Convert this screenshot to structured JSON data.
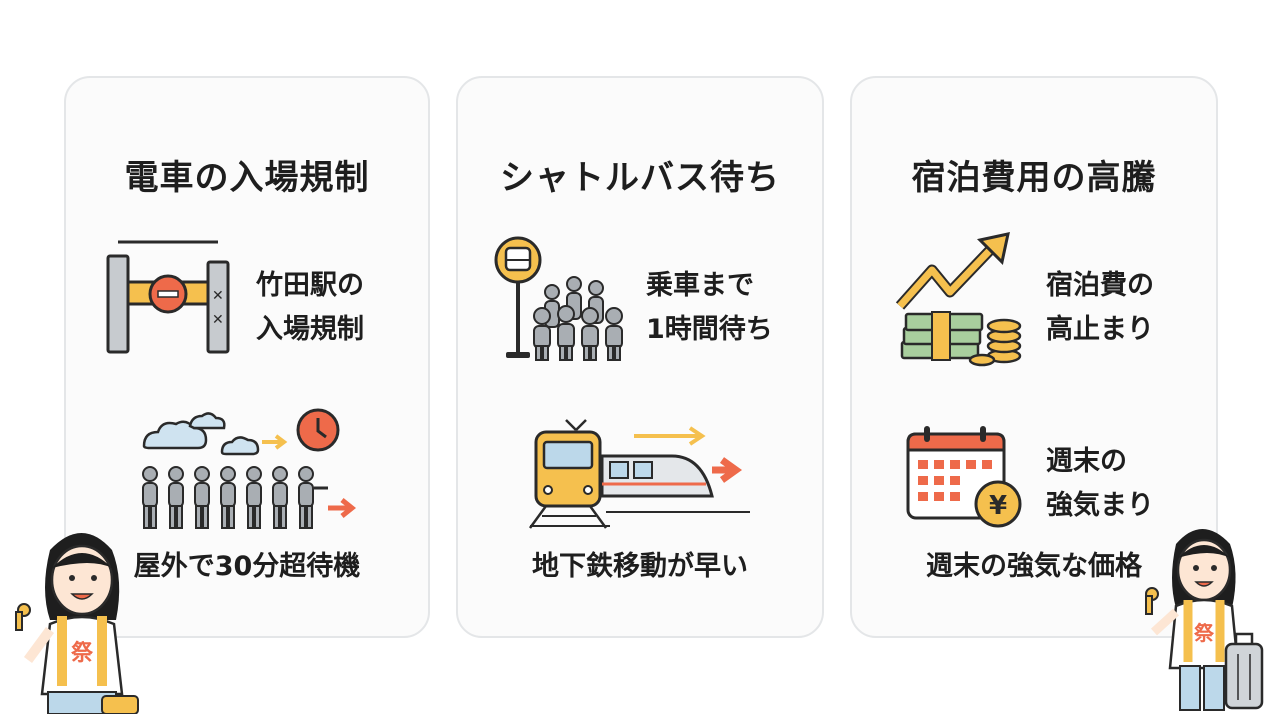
{
  "cards": [
    {
      "title": "電車の入場規制",
      "label1": [
        "竹田駅の",
        "入場規制"
      ],
      "caption": "屋外で30分超待機"
    },
    {
      "title": "シャトルバス待ち",
      "label1": [
        "乗車まで",
        "1時間待ち"
      ],
      "caption": "地下鉄移動が早い"
    },
    {
      "title": "宿泊費用の高騰",
      "label1": [
        "宿泊費の",
        "高止まり"
      ],
      "label2": [
        "週末の",
        "強気まり"
      ],
      "caption": "週末の強気な価格",
      "yen_symbol": "¥"
    }
  ],
  "mascot": {
    "shirt_text": "祭"
  },
  "colors": {
    "accent_orange": "#ee6a4a",
    "accent_yellow": "#f5c04e",
    "gray_figure": "#a9aeb3",
    "outline": "#2a2a2a"
  }
}
